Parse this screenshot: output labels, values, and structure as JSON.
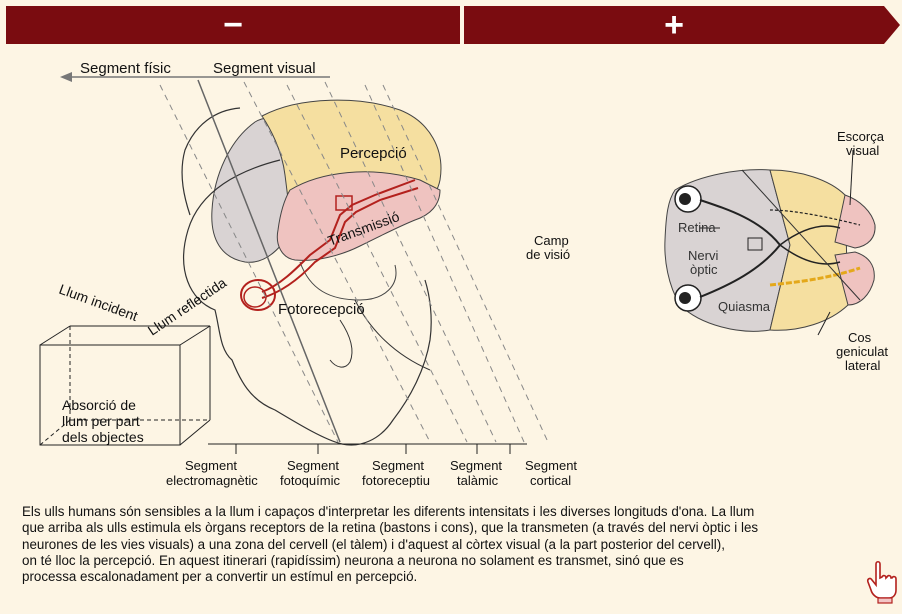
{
  "nav": {
    "prev_label": "−",
    "next_label": "+"
  },
  "diagram": {
    "segment_fisic": "Segment físic",
    "segment_visual": "Segment visual",
    "percepcio": "Percepció",
    "transmissio": "Transmissió",
    "fotorecepcio": "Fotorecepció",
    "llum_incident": "Llum incident",
    "llum_reflectida": "Llum reflectida",
    "absorcio_1": "Absorció de",
    "absorcio_2": "llum per part",
    "absorcio_3": "dels objectes",
    "camp_1": "Camp",
    "camp_2": "de visió",
    "escorca_1": "Escorça",
    "escorca_2": "visual",
    "retina": "Retina",
    "nervi_1": "Nervi",
    "nervi_2": "òptic",
    "quiasma": "Quiasma",
    "cos_1": "Cos",
    "cos_2": "geniculat",
    "cos_3": "lateral",
    "seg_em_1": "Segment",
    "seg_em_2": "electromagnètic",
    "seg_fq_1": "Segment",
    "seg_fq_2": "fotoquímic",
    "seg_fr_1": "Segment",
    "seg_fr_2": "fotoreceptiu",
    "seg_ta_1": "Segment",
    "seg_ta_2": "talàmic",
    "seg_co_1": "Segment",
    "seg_co_2": "cortical"
  },
  "description": {
    "line1": "Els ulls humans són sensibles a la llum i capaços d'interpretar les diferents intensitats i les diverses longituds d'ona. La llum",
    "line2": "que arriba als ulls estimula els òrgans receptors de la retina (bastons i cons), que la transmeten (a través del nervi òptic i les",
    "line3": "neurones de les vies visuals) a una zona del cervell (el tàlem) i d'aquest al còrtex visual (a la part posterior del cervell),",
    "line4": "on té lloc la percepció. En aquest itinerari (rapidíssim) neurona a neurona no solament es transmet, sinó que es",
    "line5": "processa escalonadament per a convertir un estímul en percepció."
  },
  "colors": {
    "bar": "#7a0c10",
    "background": "#fdf5e4",
    "cortex_yellow": "#f5dfa0",
    "cortex_grey": "#d9d3d3",
    "cortex_pink": "#efc3c0",
    "pathway_red": "#b3211d"
  },
  "icons": {
    "pointer": "hand-pointer-icon"
  }
}
